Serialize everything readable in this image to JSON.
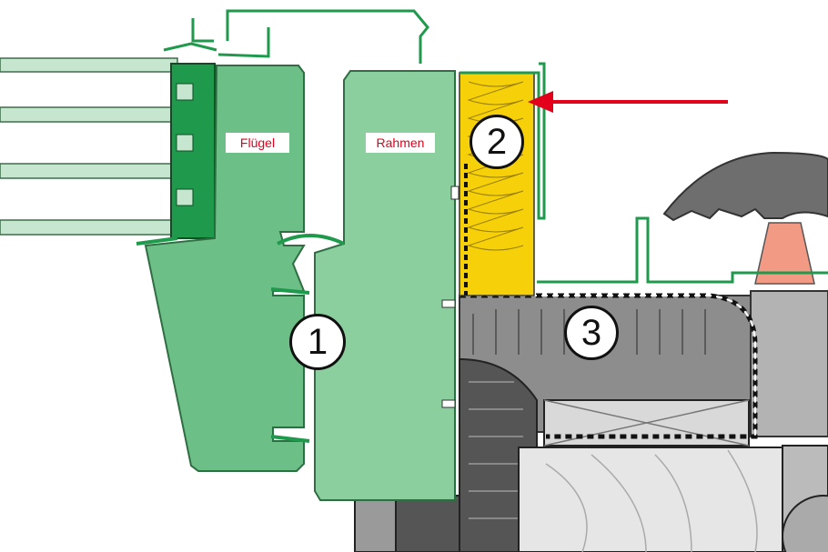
{
  "labels": {
    "sash": "Flügel",
    "frame": "Rahmen"
  },
  "markers": {
    "one": "1",
    "two": "2",
    "three": "3"
  },
  "colors": {
    "sash": "#6cbf86",
    "frame": "#8ccf9f",
    "bead": "#1f9a4c",
    "insulation": "#f6d10a",
    "arrow": "#e2001a",
    "masonry": "#8d8d8d"
  }
}
